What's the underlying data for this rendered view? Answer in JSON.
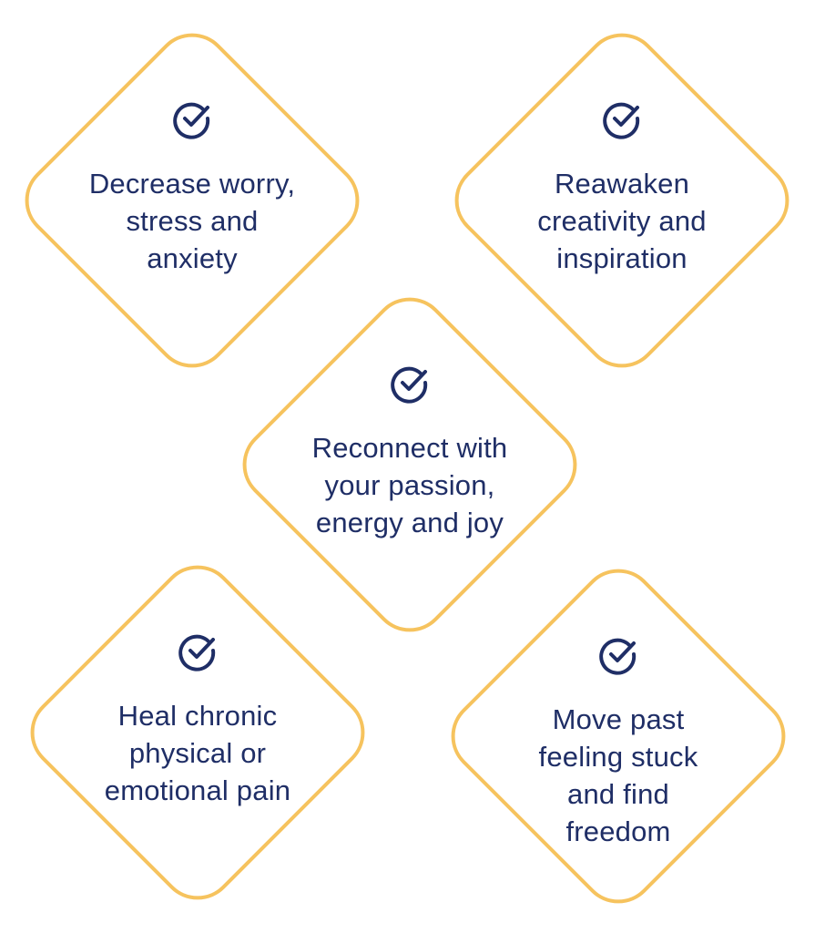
{
  "colors": {
    "diamond_border": "#f6c35e",
    "text": "#1f2e66",
    "icon": "#1f2e66",
    "background": "#ffffff"
  },
  "items": [
    {
      "icon": "check-circle-icon",
      "lines": [
        "Decrease worry,",
        "stress and",
        "anxiety"
      ]
    },
    {
      "icon": "check-circle-icon",
      "lines": [
        "Reawaken",
        "creativity and",
        "inspiration"
      ]
    },
    {
      "icon": "check-circle-icon",
      "lines": [
        "Reconnect with",
        "your passion,",
        "energy and joy"
      ]
    },
    {
      "icon": "check-circle-icon",
      "lines": [
        "Heal chronic",
        "physical or",
        "emotional pain"
      ]
    },
    {
      "icon": "check-circle-icon",
      "lines": [
        "Move past",
        "feeling stuck",
        "and find",
        "freedom"
      ]
    }
  ]
}
